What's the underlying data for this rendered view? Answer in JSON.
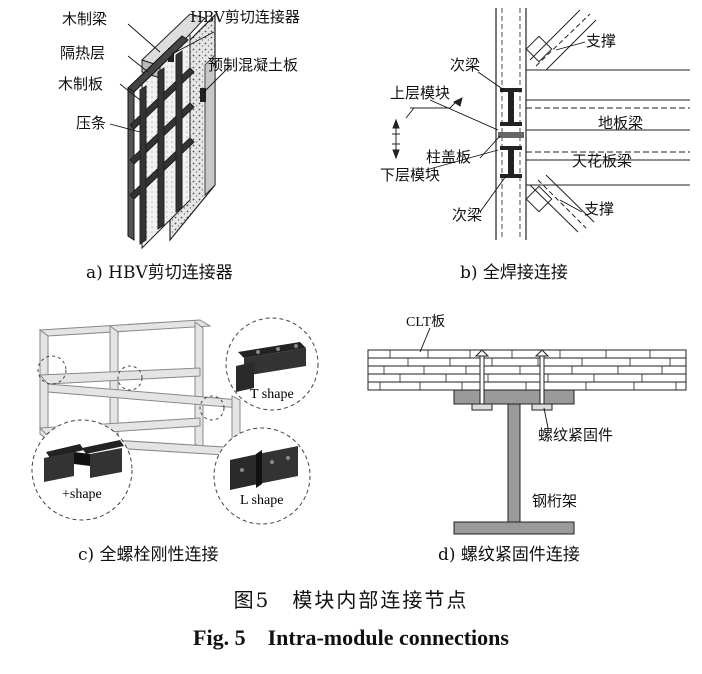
{
  "panel_a": {
    "labels": {
      "wood_beam": "木制梁",
      "connector": "HBV剪切连接器",
      "insulation": "隔热层",
      "precast_slab": "预制混凝土板",
      "wood_board": "木制板",
      "batten": "压条"
    },
    "caption": "a)  HBV剪切连接器"
  },
  "panel_b": {
    "labels": {
      "brace_top": "支撑",
      "sub_beam_top": "次梁",
      "upper_module": "上层模块",
      "floor_beam": "地板梁",
      "column_cap": "柱盖板",
      "ceiling_beam": "天花板梁",
      "lower_module": "下层模块",
      "sub_beam_bottom": "次梁",
      "brace_bottom": "支撑"
    },
    "caption": "b)  全焊接连接"
  },
  "panel_c": {
    "labels": {
      "t_shape": "T shape",
      "plus_shape": "+shape",
      "l_shape": "L shape"
    },
    "caption": "c)  全螺栓刚性连接"
  },
  "panel_d": {
    "labels": {
      "clt": "CLT板",
      "fastener": "螺纹紧固件",
      "truss": "钢桁架"
    },
    "caption": "d)  螺纹紧固件连接"
  },
  "figure": {
    "number": "图5",
    "title": "模块内部连接节点",
    "number_en": "Fig. 5",
    "title_en": "Intra-module connections"
  }
}
